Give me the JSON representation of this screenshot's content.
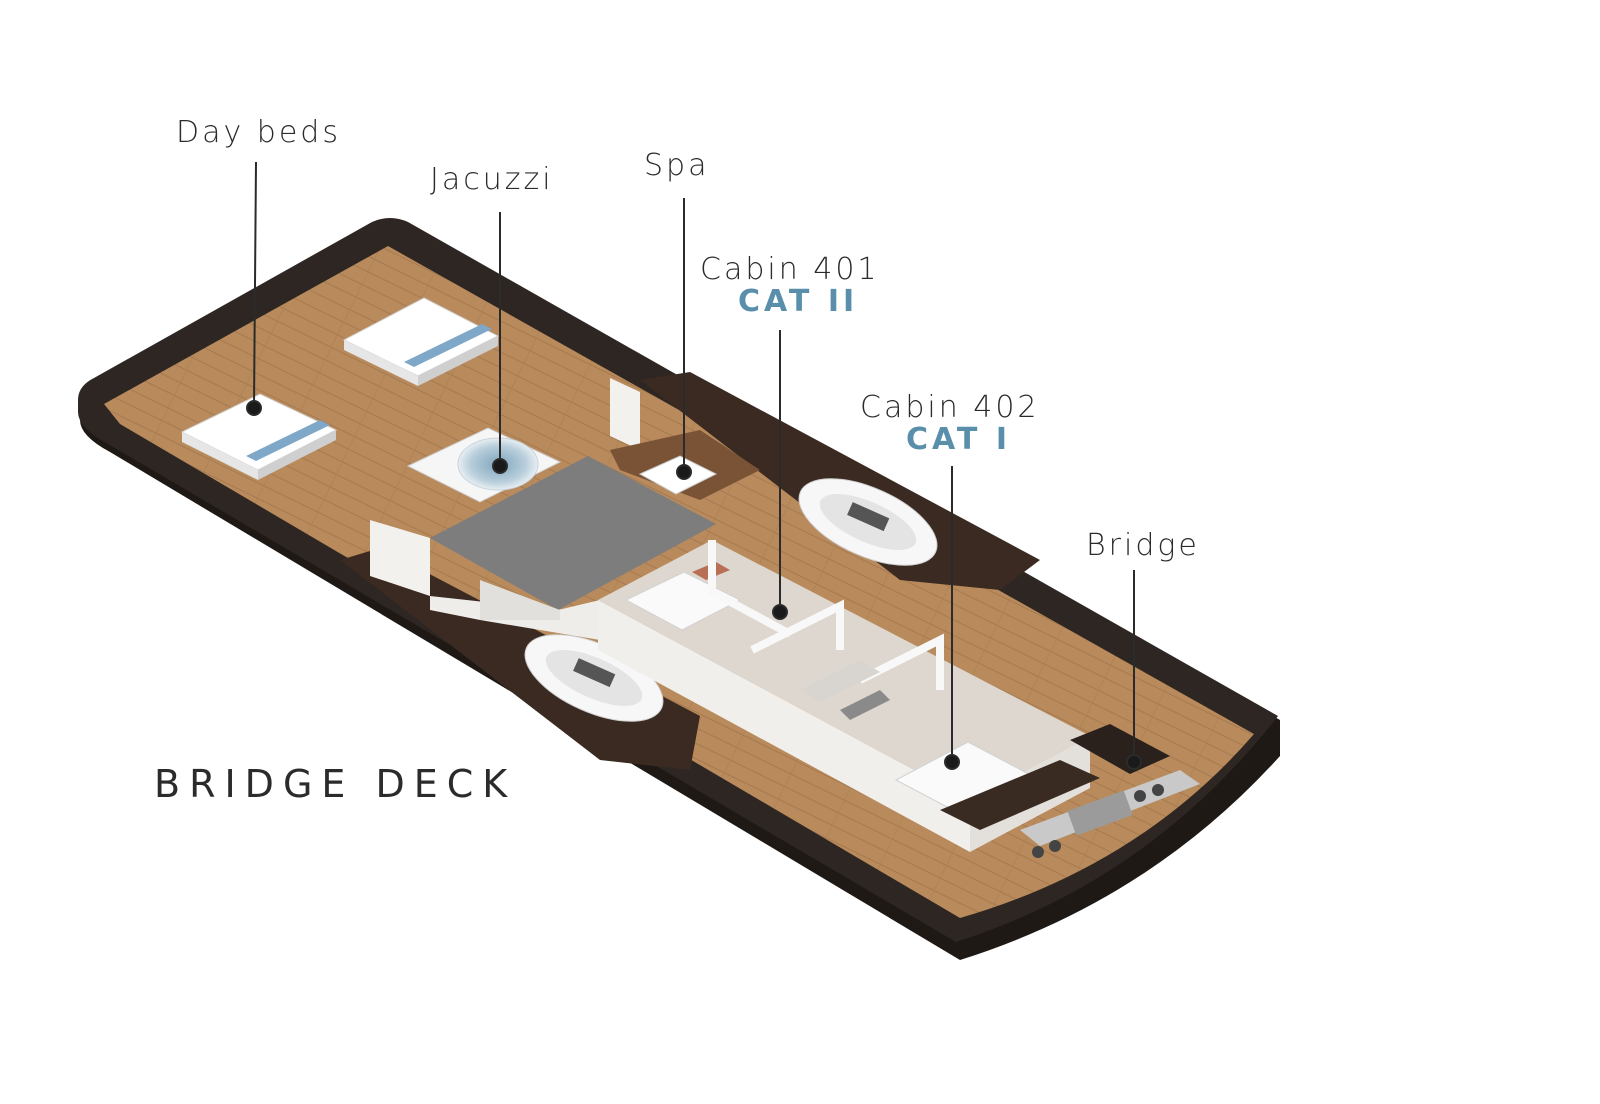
{
  "deck_title": "BRIDGE DECK",
  "labels": {
    "day_beds": "Day beds",
    "jacuzzi": "Jacuzzi",
    "spa": "Spa",
    "cabin_401": "Cabin 401",
    "cabin_401_cat": "CAT II",
    "cabin_402": "Cabin 402",
    "cabin_402_cat": "CAT I",
    "bridge": "Bridge"
  },
  "colors": {
    "hull": "#2e2622",
    "deck_wood": "#b88a5c",
    "walls": "#f1efec",
    "category_text": "#5a8fab",
    "label_text": "#2b2b2b"
  }
}
